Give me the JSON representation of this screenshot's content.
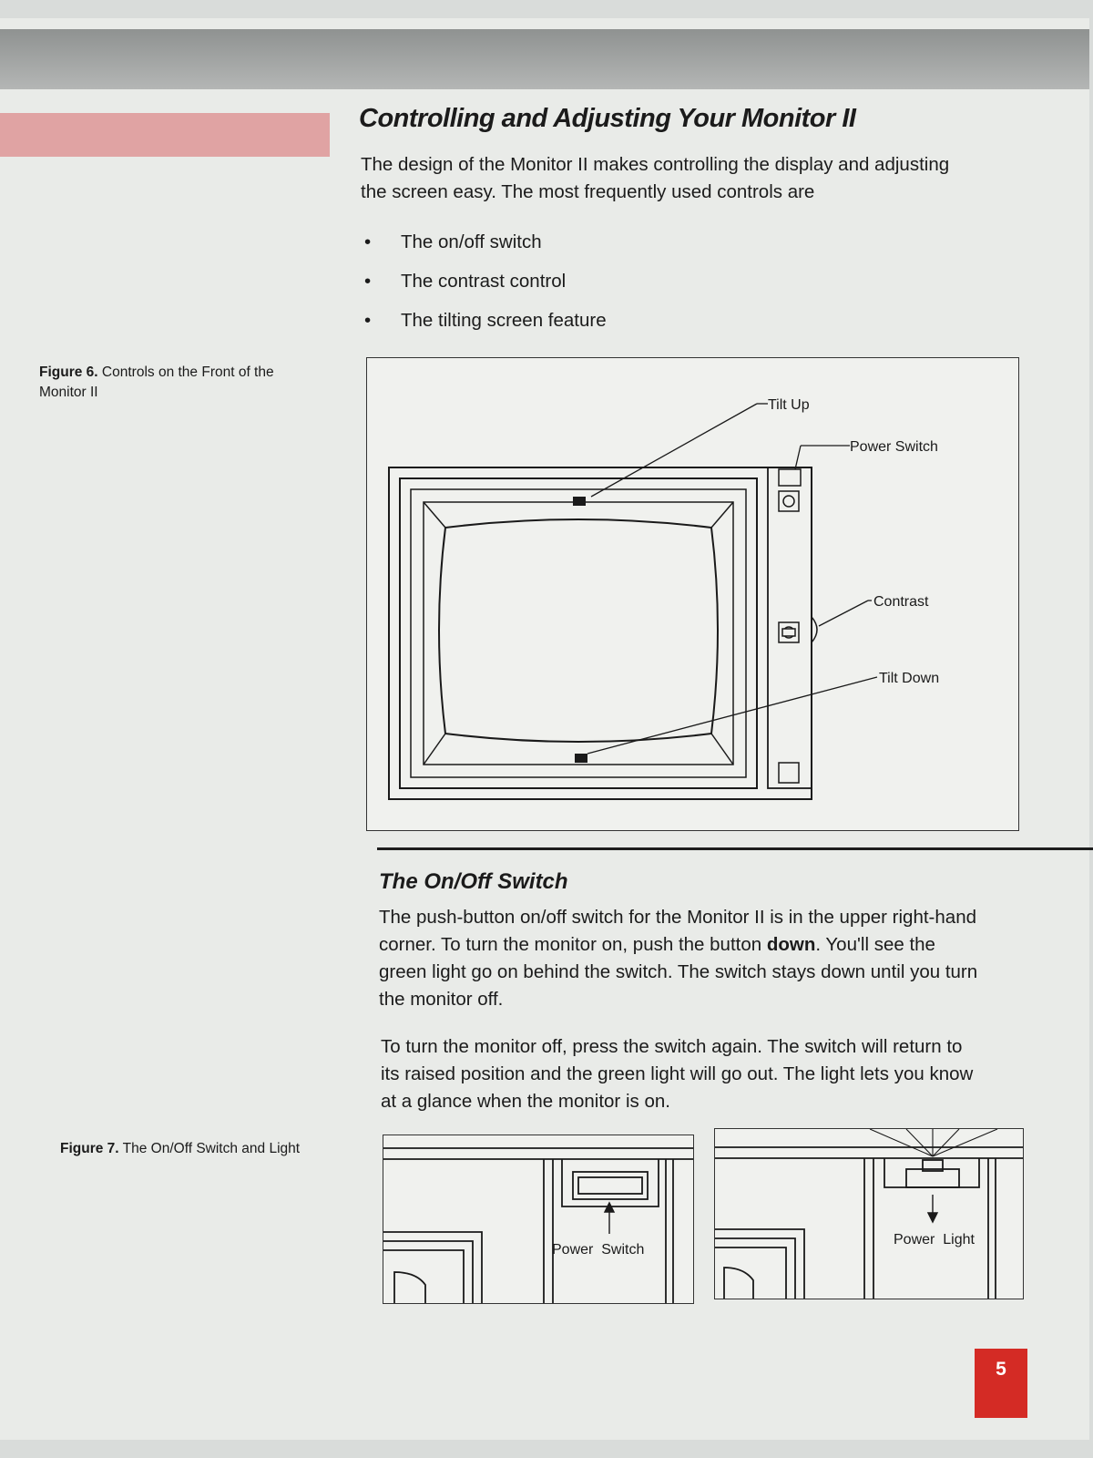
{
  "heading": "Controlling and Adjusting Your Monitor II",
  "intro": {
    "line1": "The design of the Monitor II makes controlling the display and adjusting",
    "line2": "the screen easy. The most frequently used controls are"
  },
  "bullets": [
    "The on/off switch",
    "The contrast control",
    "The tilting screen feature"
  ],
  "figure6": {
    "label": "Figure 6.",
    "caption_line1": "Controls on the Front of the",
    "caption_line2": "Monitor II",
    "callouts": {
      "tilt_up": "Tilt Up",
      "power_switch": "Power Switch",
      "contrast": "Contrast",
      "tilt_down": "Tilt Down"
    }
  },
  "section2": {
    "heading": "The On/Off Switch",
    "para1": {
      "line1": "The push-button on/off switch for the Monitor II is in the upper right-hand",
      "line2_pre": "corner. To turn the monitor on, push the button ",
      "line2_bold": "down",
      "line2_post": ". You'll see the",
      "line3": "green light go on behind the switch. The switch stays down until you turn",
      "line4": "the monitor off."
    },
    "para2": {
      "line1": "To turn the monitor off, press the switch again. The switch will return to",
      "line2": "its raised position and the green light will go out. The light lets you know",
      "line3": "at a glance when the monitor is on."
    }
  },
  "figure7": {
    "label": "Figure 7.",
    "caption": "The On/Off Switch and Light",
    "left_callout": "Power  Switch",
    "right_callout": "Power  Light"
  },
  "page_number": "5"
}
